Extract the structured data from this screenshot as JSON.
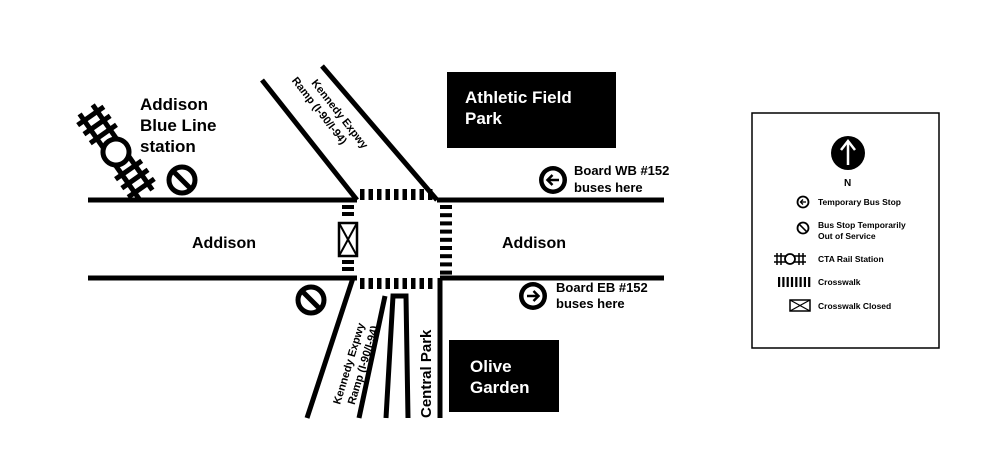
{
  "map": {
    "station": {
      "line1": "Addison",
      "line2": "Blue Line",
      "line3": "station"
    },
    "streets": {
      "addison_west": "Addison",
      "addison_east": "Addison",
      "central_park": "Central Park"
    },
    "ramps": {
      "north": {
        "line1": "Kennedy Expwy",
        "line2": "Ramp (I-90/I-94)"
      },
      "south": {
        "line1": "Kennedy Expwy",
        "line2": "Ramp (I-90/I-94)"
      }
    },
    "landmarks": {
      "athletic_field_park": {
        "line1": "Athletic Field",
        "line2": "Park"
      },
      "olive_garden": {
        "line1": "Olive",
        "line2": "Garden"
      }
    },
    "bus_notes": {
      "wb": {
        "line1": "Board WB #152",
        "line2": "buses here"
      },
      "eb": {
        "line1": "Board EB #152",
        "line2": "buses here"
      }
    }
  },
  "legend": {
    "north_label": "N",
    "items": [
      {
        "icon": "temporary-bus-stop-icon",
        "label": "Temporary Bus Stop"
      },
      {
        "icon": "bus-stop-out-of-service-icon",
        "label": "Bus Stop Temporarily",
        "label2": "Out of Service"
      },
      {
        "icon": "cta-rail-station-icon",
        "label": "CTA Rail Station"
      },
      {
        "icon": "crosswalk-icon",
        "label": "Crosswalk"
      },
      {
        "icon": "crosswalk-closed-icon",
        "label": "Crosswalk Closed"
      }
    ]
  },
  "colors": {
    "ink": "#000000",
    "paper": "#ffffff"
  }
}
